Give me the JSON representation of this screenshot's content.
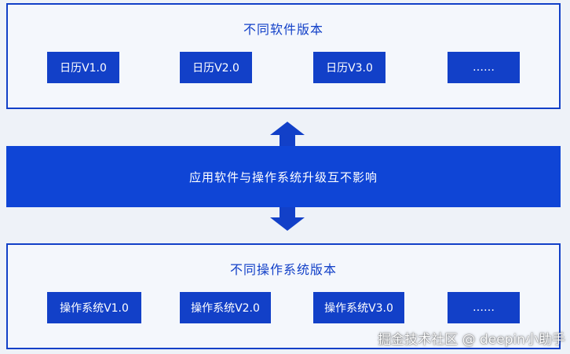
{
  "top_panel": {
    "title": "不同软件版本",
    "items": [
      "日历V1.0",
      "日历V2.0",
      "日历V3.0",
      "……"
    ]
  },
  "middle_band": {
    "label": "应用软件与操作系统升级互不影响"
  },
  "bottom_panel": {
    "title": "不同操作系统版本",
    "items": [
      "操作系统V1.0",
      "操作系统V2.0",
      "操作系统V3.0",
      "……"
    ]
  },
  "watermark": {
    "text": "掘金技术社区 @ deepin小助手"
  },
  "colors": {
    "accent": "#1240c8",
    "band": "#0f45d6",
    "background": "#eef2f8"
  },
  "icons": {
    "up": "arrow-up-icon",
    "down": "arrow-down-icon"
  }
}
